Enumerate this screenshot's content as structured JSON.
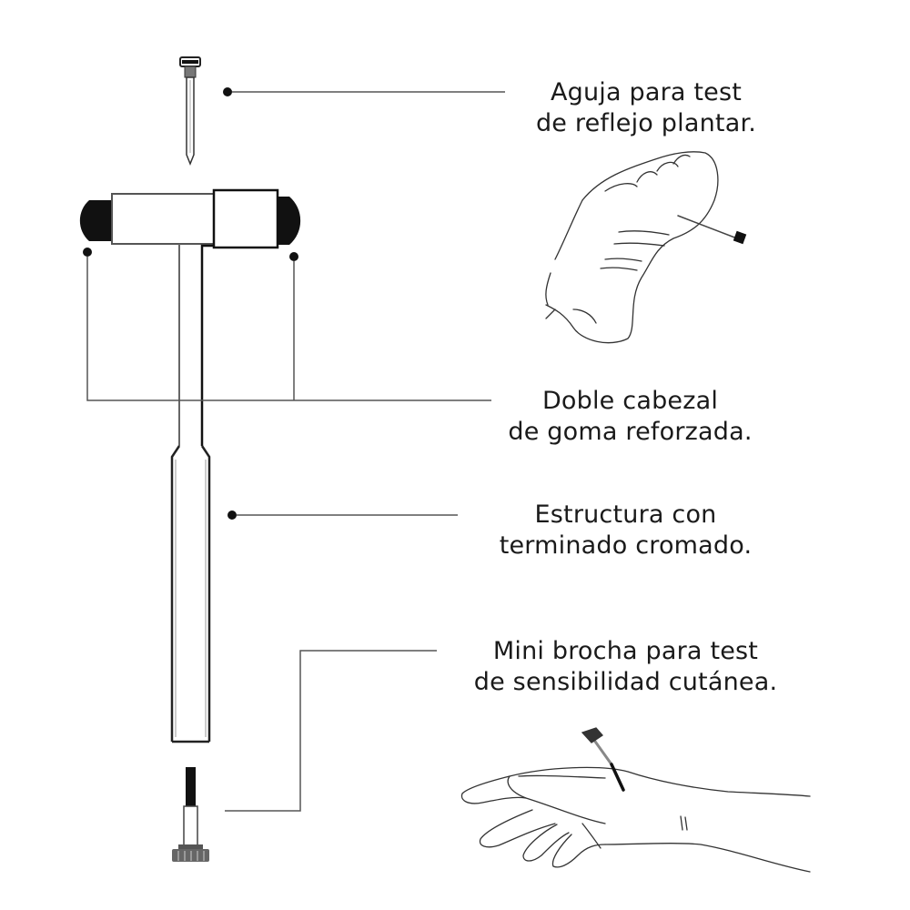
{
  "diagram": {
    "subject": "Martillo de reflejos neurológico",
    "colors": {
      "background": "#ffffff",
      "line": "#555555",
      "ink": "#111111"
    },
    "callouts": [
      {
        "id": "needle",
        "line1": "Aguja para test",
        "line2": "de reflejo plantar.",
        "illustration": "foot-with-needle-icon"
      },
      {
        "id": "heads",
        "line1": "Doble cabezal",
        "line2": "de goma reforzada."
      },
      {
        "id": "structure",
        "line1": "Estructura con",
        "line2": "terminado cromado."
      },
      {
        "id": "brush",
        "line1": "Mini brocha para test",
        "line2": "de sensibilidad cutánea.",
        "illustration": "hand-with-brush-icon"
      }
    ]
  }
}
